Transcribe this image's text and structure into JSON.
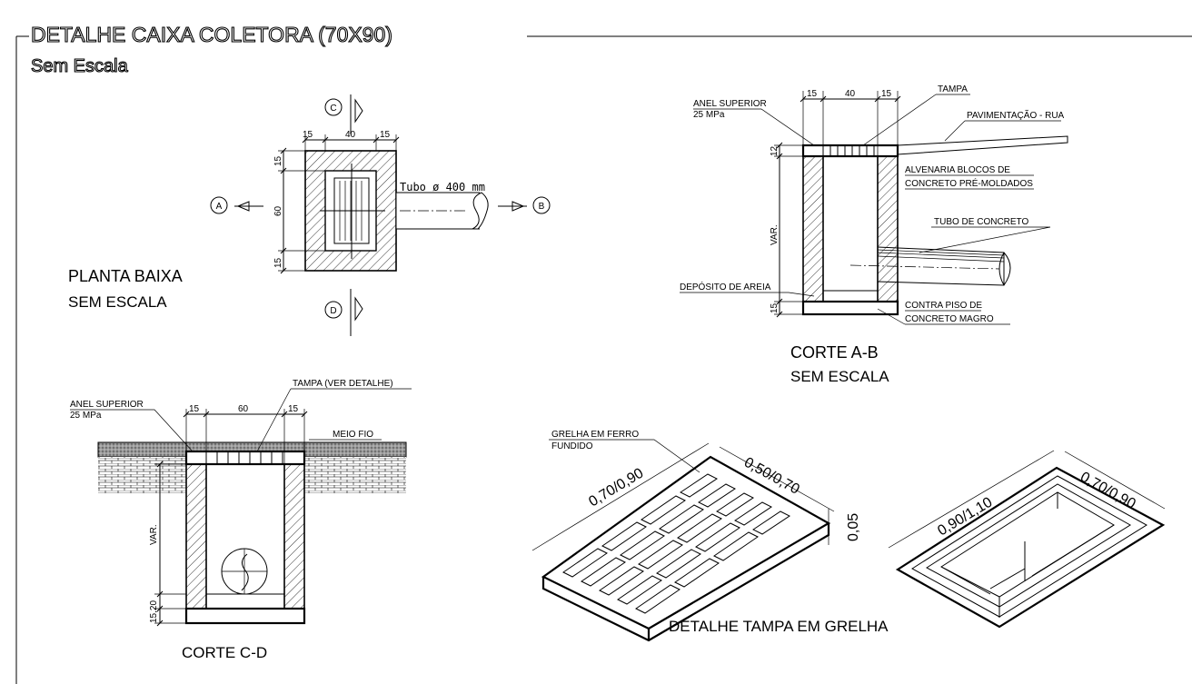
{
  "sheet": {
    "title": "DETALHE CAIXA COLETORA (70X90)",
    "subtitle": "Sem Escala"
  },
  "plan": {
    "title": "PLANTA BAIXA",
    "scale": "SEM ESCALA",
    "pipe_label": "Tubo ø 400 mm",
    "markers": {
      "a": "A",
      "b": "B",
      "c": "C",
      "d": "D"
    },
    "dims": {
      "d15a": "15",
      "d40": "40",
      "d15b": "15",
      "v15a": "15",
      "v60": "60",
      "v15b": "15"
    }
  },
  "section_ab": {
    "title": "CORTE A-B",
    "scale": "SEM ESCALA",
    "ring_label": "ANEL SUPERIOR",
    "ring_spec": "25 MPa",
    "lid": "TAMPA",
    "pavement": "PAVIMENTAÇÃO - RUA",
    "masonry_1": "ALVENARIA BLOCOS DE",
    "masonry_2": "CONCRETO PRÉ-MOLDADOS",
    "pipe": "TUBO DE CONCRETO",
    "sand": "DEPÓSITO DE AREIA",
    "subfloor_1": "CONTRA PISO DE",
    "subfloor_2": "CONCRETO MAGRO",
    "dims": {
      "d15a": "15",
      "d40": "40",
      "d15b": "15",
      "v12": "12",
      "var": "VAR.",
      "v15": "15"
    }
  },
  "section_cd": {
    "title": "CORTE C-D",
    "ring_label": "ANEL SUPERIOR",
    "ring_spec": "25 MPa",
    "lid": "TAMPA (VER DETALHE)",
    "curb": "MEIO FIO",
    "dims": {
      "d15a": "15",
      "d60": "60",
      "d15b": "15",
      "var": "VAR.",
      "v15_20": "15,20"
    }
  },
  "grate_detail": {
    "title": "DETALHE TAMPA EM GRELHA",
    "material_1": "GRELHA EM FERRO",
    "material_2": "FUNDIDO",
    "grate_long": "0,70/0,90",
    "grate_short": "0,50/0,70",
    "grate_thick": "0,05",
    "frame_long": "0,90/1,10",
    "frame_short": "0,70/0,90"
  }
}
